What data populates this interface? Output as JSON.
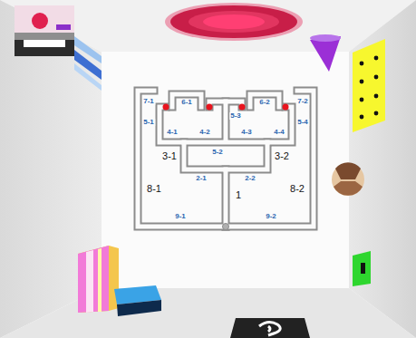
{
  "diagram": {
    "labels": [
      "7-1",
      "6-1",
      "6-2",
      "7-2",
      "5-1",
      "5-3",
      "5-4",
      "4-1",
      "4-2",
      "5-2",
      "4-3",
      "4-4",
      "3-1",
      "3-2",
      "2-1",
      "2-2",
      "8-1",
      "1",
      "8-2",
      "9-1",
      "9-2"
    ]
  }
}
